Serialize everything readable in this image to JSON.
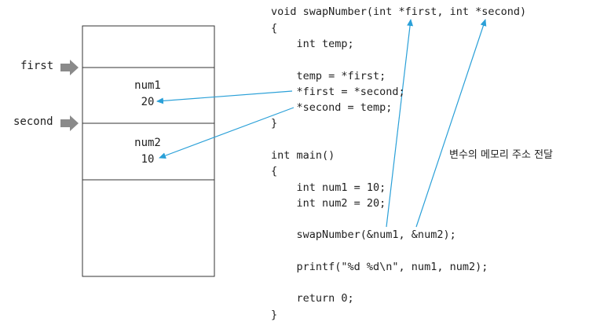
{
  "pointers": {
    "first": "first",
    "second": "second"
  },
  "memory": {
    "cell1_name": "num1",
    "cell1_value": "20",
    "cell2_name": "num2",
    "cell2_value": "10"
  },
  "code": {
    "lines": [
      "void swapNumber(int *first, int *second)",
      "{",
      "    int temp;",
      "",
      "    temp = *first;",
      "    *first = *second;",
      "    *second = temp;",
      "}",
      "",
      "int main()",
      "{",
      "    int num1 = 10;",
      "    int num2 = 20;",
      "",
      "    swapNumber(&num1, &num2);",
      "",
      "    printf(\"%d %d\\n\", num1, num2);",
      "",
      "    return 0;",
      "}"
    ]
  },
  "annotation": {
    "note": "변수의 메모리 주소 전달"
  },
  "colors": {
    "arrow_blue": "#2aa0d8",
    "pointer_arrow_gray": "#8a8a8a",
    "box_border": "#333333"
  }
}
